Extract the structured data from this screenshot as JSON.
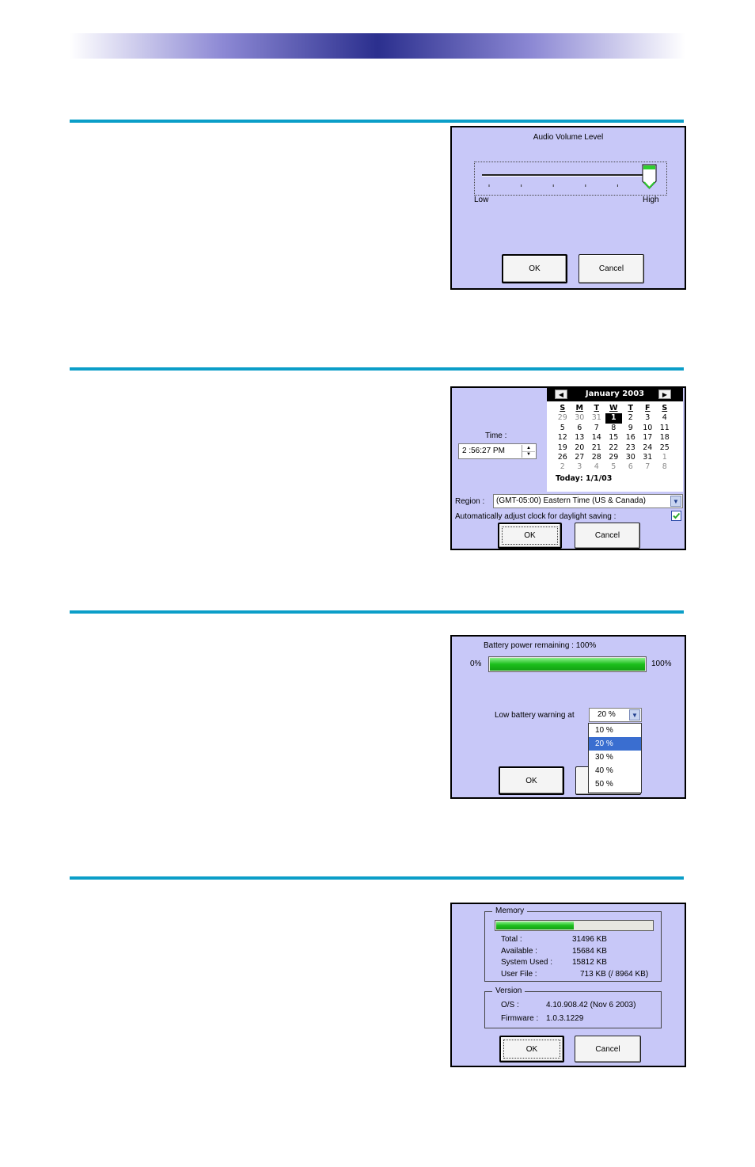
{
  "volume_dialog": {
    "title": "Audio Volume Level",
    "low_label": "Low",
    "high_label": "High",
    "volume_level_percent": 100,
    "ok_label": "OK",
    "cancel_label": "Cancel"
  },
  "datetime_dialog": {
    "calendar_title": "January 2003",
    "prev_icon": "left-arrow-icon",
    "next_icon": "right-arrow-icon",
    "weekdays": [
      "S",
      "M",
      "T",
      "W",
      "T",
      "F",
      "S"
    ],
    "days": [
      "29",
      "30",
      "31",
      "1",
      "2",
      "3",
      "4",
      "5",
      "6",
      "7",
      "8",
      "9",
      "10",
      "11",
      "12",
      "13",
      "14",
      "15",
      "16",
      "17",
      "18",
      "19",
      "20",
      "21",
      "22",
      "23",
      "24",
      "25",
      "26",
      "27",
      "28",
      "29",
      "30",
      "31",
      "1",
      "2",
      "3",
      "4",
      "5",
      "6",
      "7",
      "8"
    ],
    "today_label": "Today: 1/1/03",
    "time_label": "Time :",
    "time_value": "2 :56:27 PM",
    "region_label": "Region :",
    "region_value": "(GMT-05:00) Eastern Time (US & Canada)",
    "dst_label": "Automatically adjust clock for daylight saving :",
    "dst_checked": true,
    "ok_label": "OK",
    "cancel_label": "Cancel"
  },
  "battery_dialog": {
    "remaining_text": "Battery power remaining :  100%",
    "min_label": "0%",
    "max_label": "100%",
    "remaining_percent": 100,
    "warning_label": "Low battery warning at",
    "warning_value": "20 %",
    "options": [
      "10 %",
      "20 %",
      "30 %",
      "40 %",
      "50 %"
    ],
    "ok_label": "OK"
  },
  "system_dialog": {
    "memory_legend": "Memory",
    "memory_used_fraction": 0.5,
    "total_label": "Total :",
    "total_value": "31496 KB",
    "available_label": "Available :",
    "available_value": "15684 KB",
    "system_used_label": "System Used :",
    "system_used_value": "15812 KB",
    "user_file_label": "User File :",
    "user_file_value": "713 KB  (/ 8964 KB)",
    "version_legend": "Version",
    "os_label": "O/S :",
    "os_value": "4.10.908.42  (Nov  6 2003)",
    "firmware_label": "Firmware :",
    "firmware_value": "1.0.3.1229",
    "ok_label": "OK",
    "cancel_label": "Cancel"
  }
}
